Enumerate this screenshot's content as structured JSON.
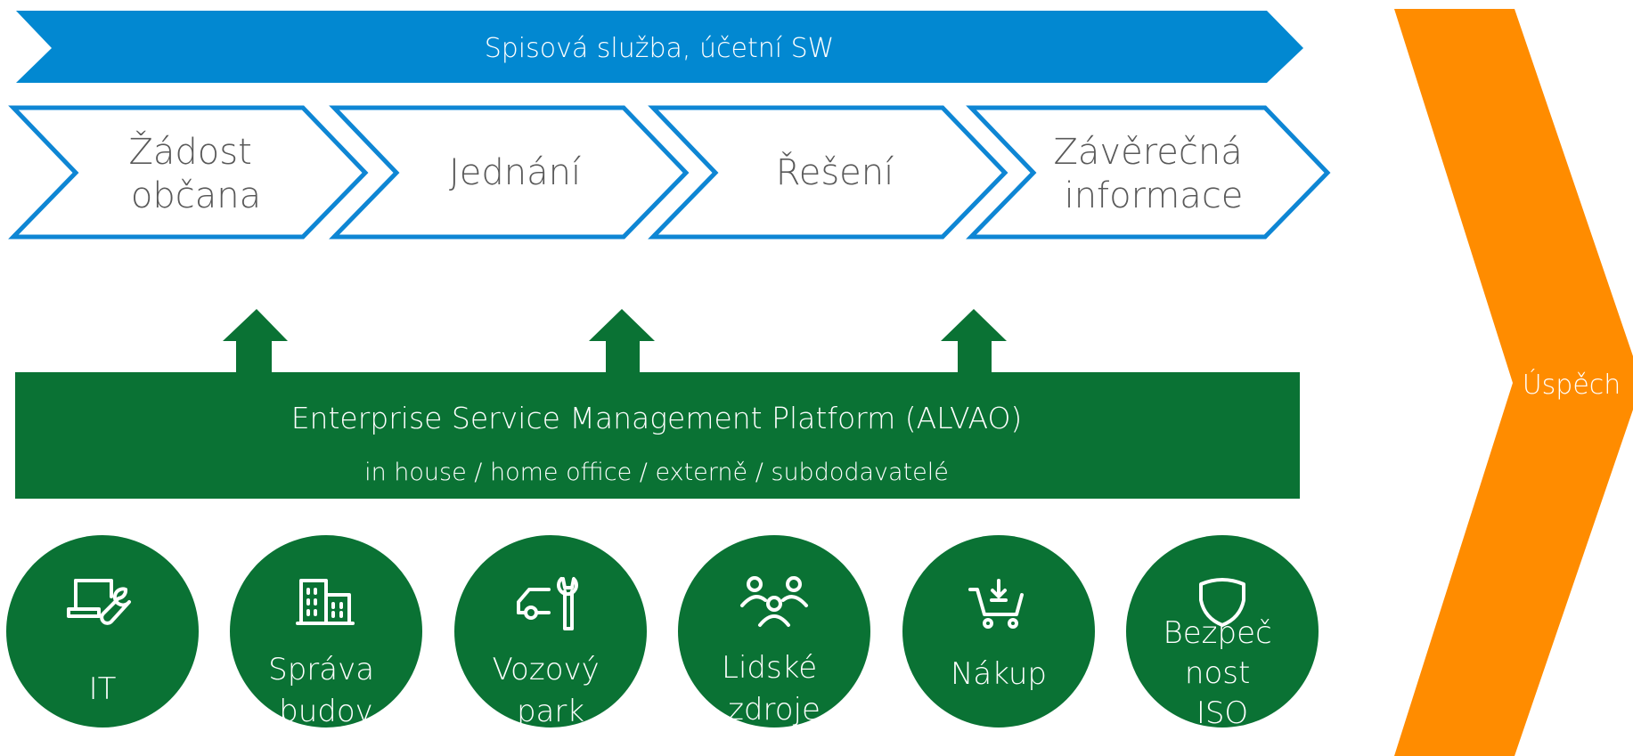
{
  "colors": {
    "blue": "#0288d1",
    "step_border": "#0e86d4",
    "step_text": "#595959",
    "green": "#0a7234",
    "orange": "#ff8c00",
    "white": "#ffffff"
  },
  "top_banner": {
    "label": "Spisová služba, účetní SW"
  },
  "steps": [
    {
      "lines": [
        "Žádost",
        "občana"
      ]
    },
    {
      "lines": [
        "Jednání"
      ]
    },
    {
      "lines": [
        "Řešení"
      ]
    },
    {
      "lines": [
        "Závěrečná",
        "informace"
      ]
    }
  ],
  "platform": {
    "title": "Enterprise Service Management Platform (ALVAO)",
    "subtitle": "in house / home office / externě / subdodavatelé"
  },
  "domains": [
    {
      "icon": "laptop-wrench-icon",
      "lines": [
        "IT"
      ]
    },
    {
      "icon": "building-icon",
      "lines": [
        "Správa",
        "budov"
      ]
    },
    {
      "icon": "car-wrench-icon",
      "lines": [
        "Vozový",
        "park"
      ]
    },
    {
      "icon": "people-icon",
      "lines": [
        "Lidské",
        "zdroje"
      ]
    },
    {
      "icon": "shopping-cart-icon",
      "lines": [
        "Nákup"
      ]
    },
    {
      "icon": "shield-icon",
      "lines": [
        "Bezpeč",
        "nost",
        "ISO"
      ]
    }
  ],
  "success": {
    "label": "Úspěch"
  }
}
